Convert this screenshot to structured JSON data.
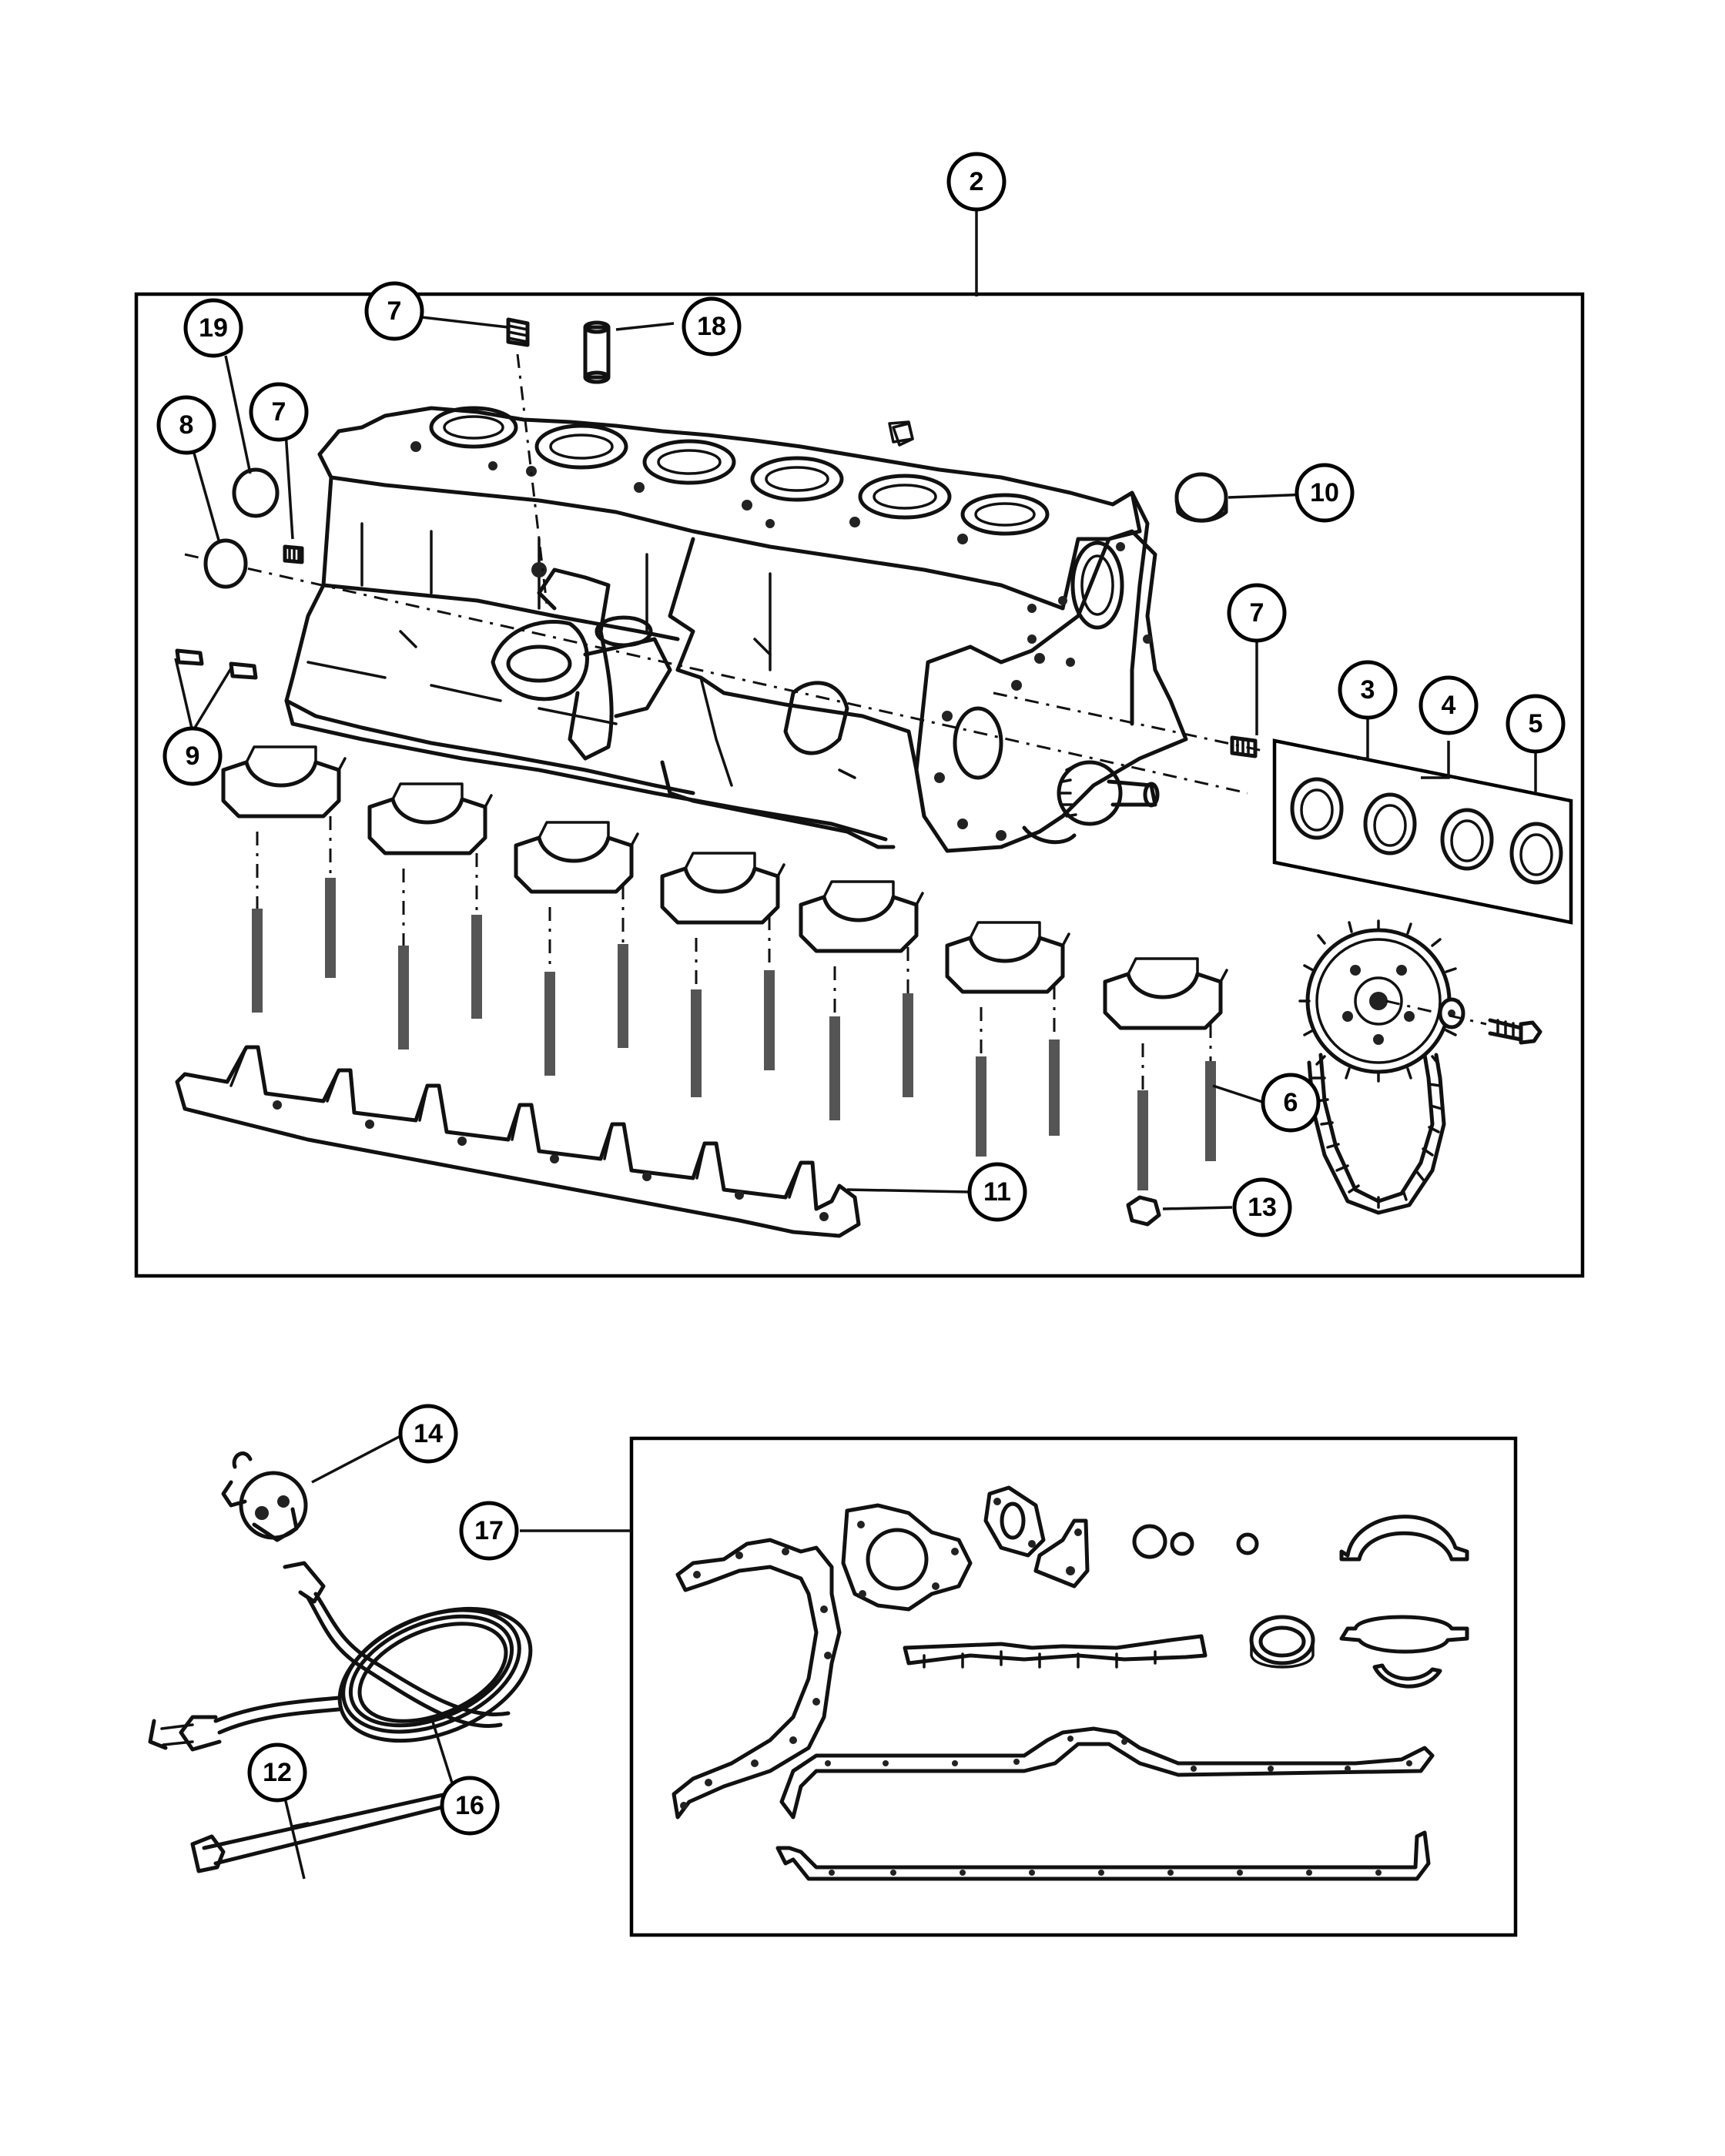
{
  "callouts": {
    "c2": "2",
    "c3": "3",
    "c4": "4",
    "c5": "5",
    "c6": "6",
    "c7a": "7",
    "c7b": "7",
    "c7c": "7",
    "c8": "8",
    "c9": "9",
    "c10": "10",
    "c11": "11",
    "c12": "12",
    "c13": "13",
    "c14": "14",
    "c16": "16",
    "c17": "17",
    "c18": "18",
    "c19": "19"
  }
}
